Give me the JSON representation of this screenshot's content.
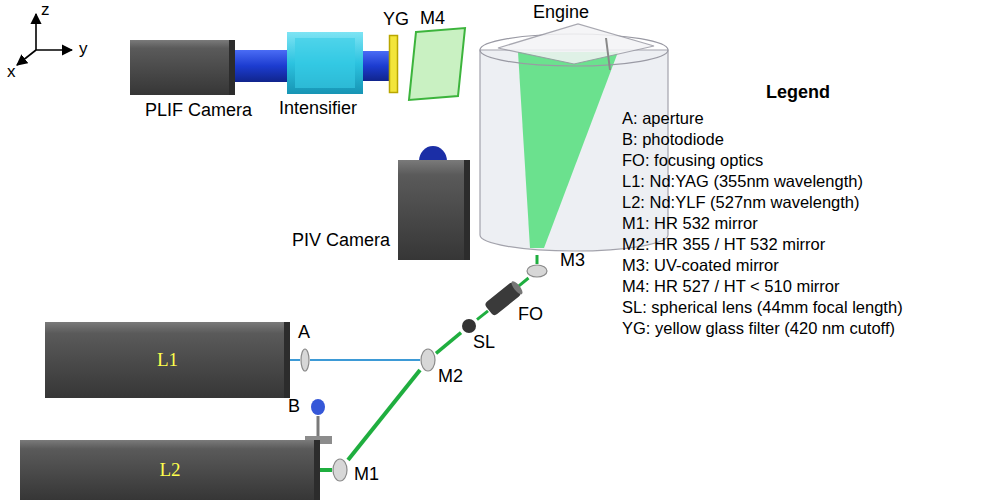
{
  "diagram": {
    "nodes": [
      {
        "text": [
          "PLIF Camera"
        ]
      },
      {
        "text": [
          "Intensifier"
        ]
      },
      {
        "text": [
          "YG"
        ]
      },
      {
        "text": [
          "M4"
        ]
      },
      {
        "text": [
          "Engine"
        ]
      },
      {
        "text": [
          "PIV Camera"
        ]
      },
      {
        "text": [
          "M3"
        ]
      },
      {
        "text": [
          "FO"
        ]
      },
      {
        "text": [
          "SL"
        ]
      },
      {
        "text": [
          "A"
        ]
      },
      {
        "text": [
          "L1"
        ]
      },
      {
        "text": [
          "M2"
        ]
      },
      {
        "text": [
          "B"
        ]
      },
      {
        "text": [
          "L2"
        ]
      },
      {
        "text": [
          "M1"
        ]
      }
    ],
    "edges": [
      {
        "from": 10,
        "to": 9,
        "arrow": "none"
      },
      {
        "from": 9,
        "to": 11,
        "arrow": "none"
      },
      {
        "from": 13,
        "to": 14,
        "arrow": "none"
      },
      {
        "from": 14,
        "to": 11,
        "arrow": "none"
      },
      {
        "from": 11,
        "to": 8,
        "arrow": "none"
      },
      {
        "from": 8,
        "to": 7,
        "arrow": "none"
      },
      {
        "from": 7,
        "to": 6,
        "arrow": "none"
      },
      {
        "from": 6,
        "to": 4,
        "arrow": "none"
      }
    ],
    "labels": [
      "z",
      "y",
      "x",
      "Legend"
    ],
    "legend": [
      {
        "text": "A: aperture"
      },
      {
        "text": "B: photodiode"
      },
      {
        "text": "FO: focusing optics"
      },
      {
        "text": "L1: Nd:YAG (355nm wavelength)"
      },
      {
        "text": "L2: Nd:YLF (527nm wavelength)"
      },
      {
        "text": "M1: HR 532 mirror"
      },
      {
        "text": "M2: HR 355 / HT 532 mirror"
      },
      {
        "text": "M3: UV-coated mirror"
      },
      {
        "text": "M4: HR 527 / HT < 510 mirror"
      },
      {
        "text": "SL: spherical lens (44mm focal length)"
      },
      {
        "text": "YG: yellow glass filter (420 nm cutoff)"
      }
    ]
  }
}
